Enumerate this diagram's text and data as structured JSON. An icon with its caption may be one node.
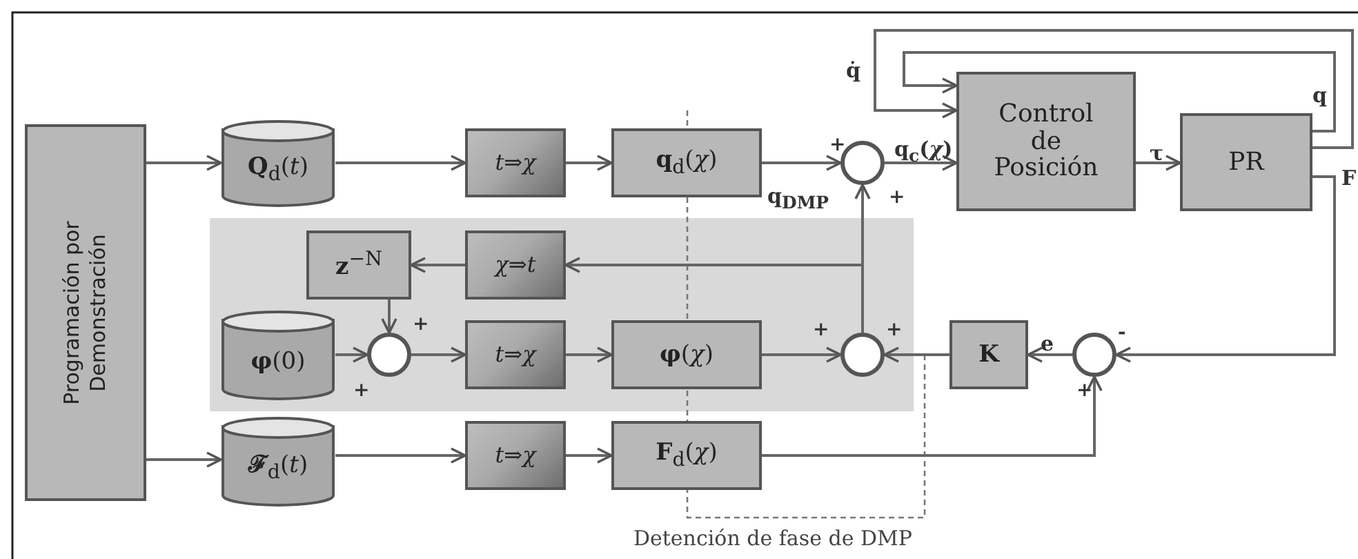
{
  "diagram": {
    "nodes": [
      {
        "text": [
          "Programación por Demonstración"
        ]
      },
      {
        "text": [
          "**Q**$_{d}$(*t*)"
        ]
      },
      {
        "text": [
          "*t*⇒*χ*"
        ]
      },
      {
        "text": [
          "**q**$_{d}$(*χ*)"
        ]
      },
      {
        "text": [],
        "shape": "circle"
      },
      {
        "text": [
          "Control de Posición"
        ]
      },
      {
        "text": [
          "PR"
        ]
      },
      {
        "text": [
          "**z**$^{−N}$"
        ]
      },
      {
        "text": [
          "*χ*⇒*t*"
        ]
      },
      {
        "text": [
          "**φ**(0)"
        ]
      },
      {
        "text": [],
        "shape": "circle"
      },
      {
        "text": [
          "*t*⇒*χ*"
        ]
      },
      {
        "text": [
          "**φ**(*χ*)"
        ]
      },
      {
        "text": [],
        "shape": "circle"
      },
      {
        "text": [
          "**K**"
        ]
      },
      {
        "text": [],
        "shape": "circle"
      },
      {
        "text": [
          "**ℱ**$_{d}$(*t*)"
        ]
      },
      {
        "text": [
          "*t*⇒*χ*"
        ]
      },
      {
        "text": [
          "**F**$_{d}$(*χ*)"
        ]
      }
    ],
    "edges": [
      {
        "from": 0,
        "to": 1,
        "arrow": "to"
      },
      {
        "from": 0,
        "to": 16,
        "arrow": "to"
      },
      {
        "from": 1,
        "to": 2,
        "arrow": "to"
      },
      {
        "from": 2,
        "to": 3,
        "arrow": "to"
      },
      {
        "from": 3,
        "to": 4,
        "arrow": "to"
      },
      {
        "from": 4,
        "to": 5,
        "arrow": "to",
        "label": "**q**$_{c}$(*χ*)"
      },
      {
        "from": 5,
        "to": 6,
        "arrow": "to",
        "label": "**τ**"
      },
      {
        "from": 6,
        "to": 5,
        "arrow": "to",
        "label": "**q̇**"
      },
      {
        "from": 6,
        "to": 5,
        "arrow": "to",
        "label": "**q**"
      },
      {
        "from": 6,
        "to": 15,
        "arrow": "to",
        "label": "**F**"
      },
      {
        "from": 15,
        "to": 14,
        "arrow": "to",
        "label": "**e**"
      },
      {
        "from": 14,
        "to": 13,
        "arrow": "to"
      },
      {
        "from": 18,
        "to": 15,
        "arrow": "to"
      },
      {
        "from": 13,
        "to": 4,
        "arrow": "to",
        "label": "**q**$_{DMP}$"
      },
      {
        "from": 13,
        "to": 8,
        "arrow": "to"
      },
      {
        "from": 8,
        "to": 7,
        "arrow": "to"
      },
      {
        "from": 7,
        "to": 10,
        "arrow": "to"
      },
      {
        "from": 9,
        "to": 10,
        "arrow": "to"
      },
      {
        "from": 10,
        "to": 11,
        "arrow": "to"
      },
      {
        "from": 11,
        "to": 12,
        "arrow": "to"
      },
      {
        "from": 12,
        "to": 13,
        "arrow": "to"
      },
      {
        "from": 16,
        "to": 17,
        "arrow": "to"
      },
      {
        "from": 17,
        "to": 18,
        "arrow": "to"
      }
    ],
    "labels": [
      "+",
      "+",
      "+",
      "+",
      "+",
      "-",
      "+",
      "+",
      "Detención de fase de DMP"
    ]
  }
}
